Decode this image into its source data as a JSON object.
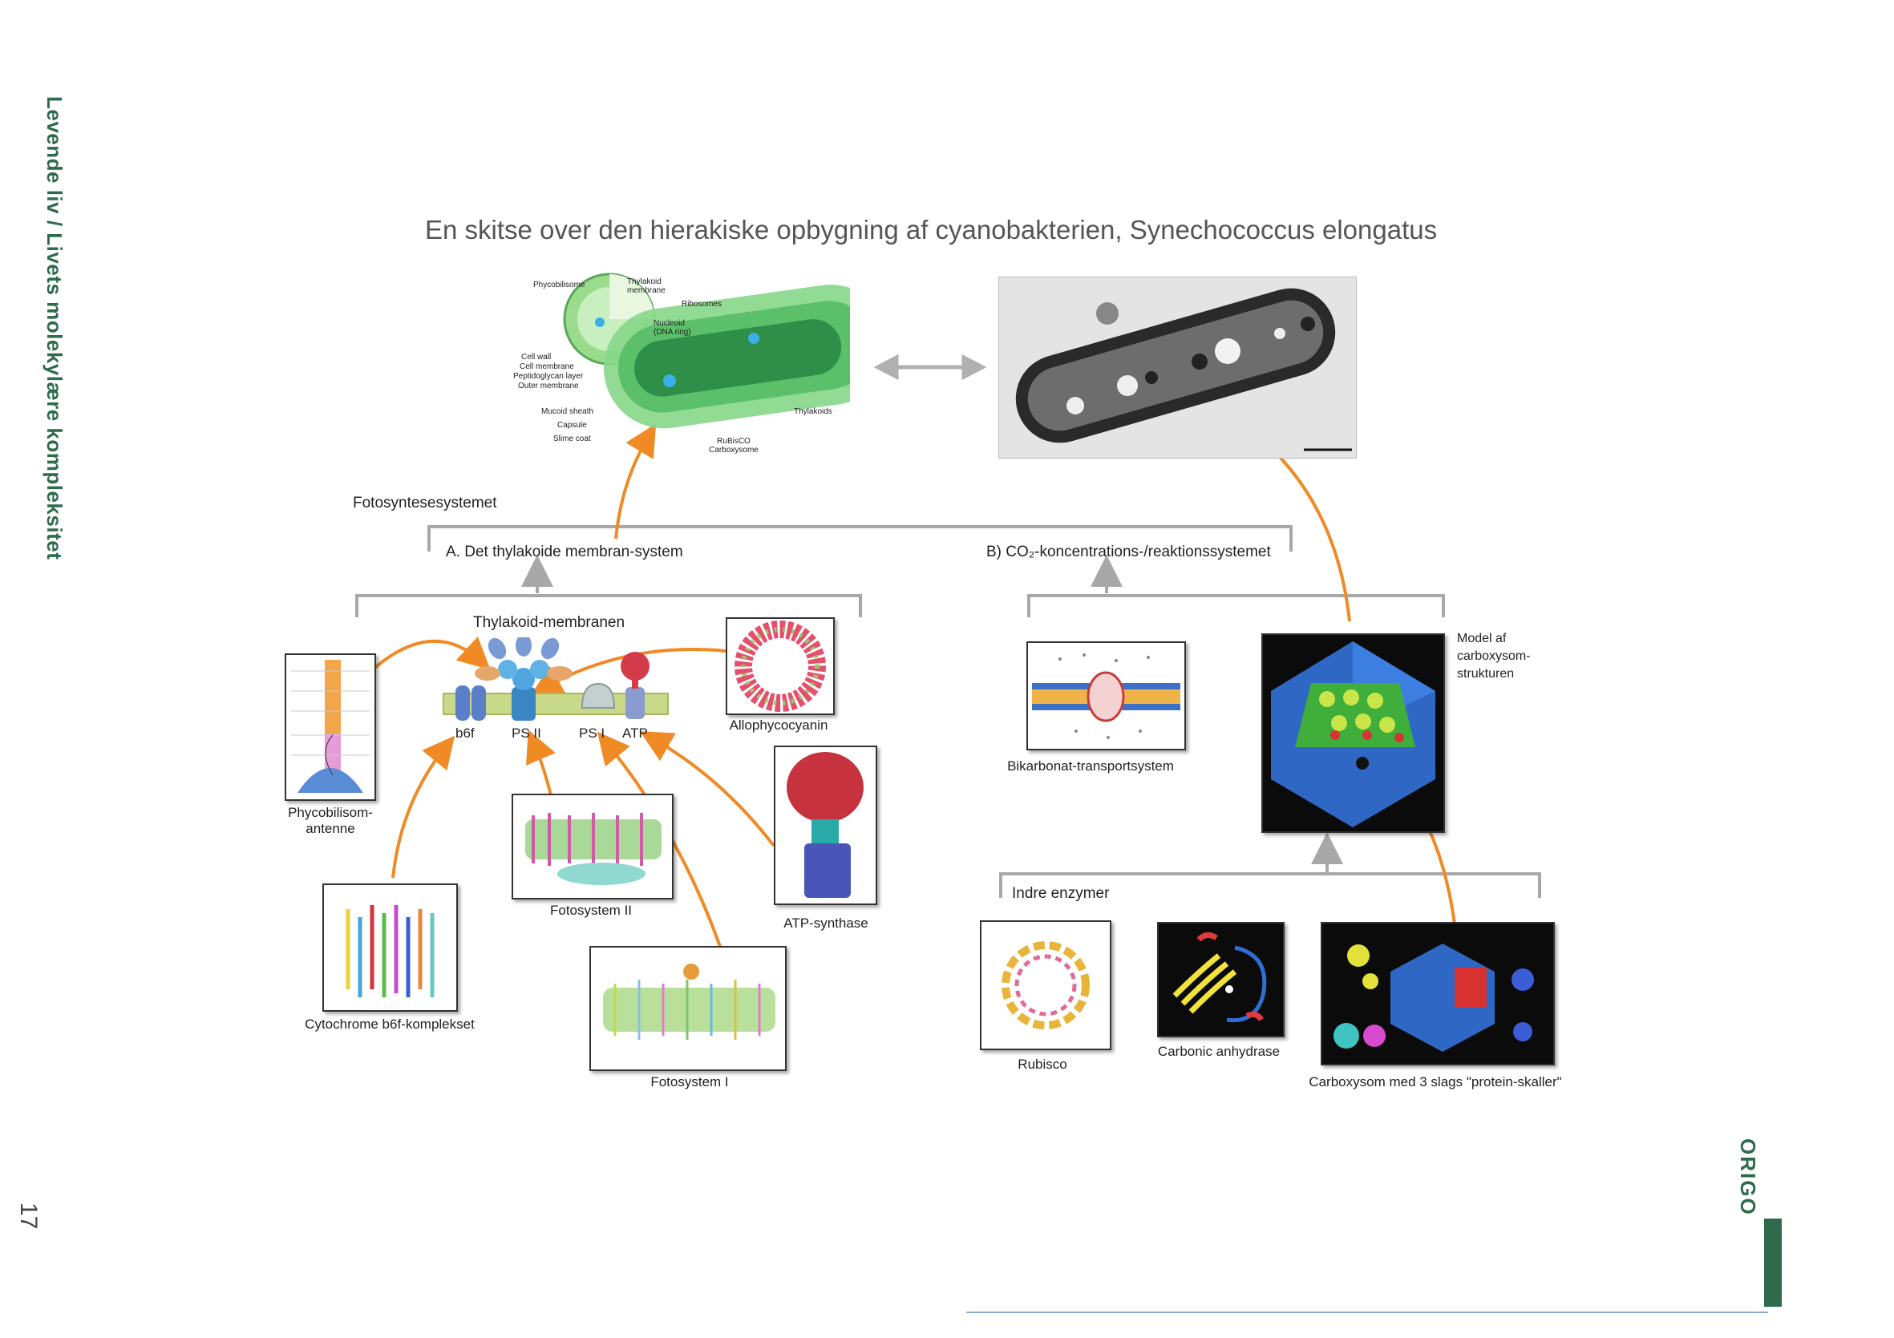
{
  "sidebar": {
    "title": "Levende liv / Livets molekylære kompleksitet",
    "page_number": "17",
    "brand": "ORIGO"
  },
  "figure": {
    "title": "En skitse over den hierakiske opbygning af cyanobakterien, Synechococcus elongatus",
    "cell_diagram_labels": {
      "phycobilisome": "Phycobilisome",
      "thylakoid_membrane": "Thylakoid membrane",
      "ribosomes": "Ribosomes",
      "nucleoid": "Nucleoid (DNA ring)",
      "cell_wall": "Cell wall",
      "cell_membrane": "Cell membrane",
      "peptidoglycan": "Peptidoglycan layer",
      "outer_membrane": "Outer membrane",
      "mucoid_sheath": "Mucoid sheath",
      "capsule": "Capsule",
      "slime_coat": "Slime coat",
      "thylakoids": "Thylakoids",
      "rubisco_carboxysome": "RuBisCO Carboxysome"
    },
    "fotosyntesesystemet": "Fotosyntesesystemet",
    "branch_a": "A. Det thylakoide membran-system",
    "branch_b": "B) CO₂-koncentrations-/reaktionssystemet",
    "thylakoid_membranen": "Thylakoid-membranen",
    "complex_labels": {
      "b6f": "b6f",
      "ps2": "PS II",
      "ps1": "PS I",
      "atp": "ATP"
    },
    "panels": {
      "phycobilisom": "Phycobilisom-\nantenne",
      "allophycocyanin": "Allophycocyanin",
      "fotosystem2": "Fotosystem II",
      "atp_synthase": "ATP-synthase",
      "cytochrome": "Cytochrome b6f-komplekset",
      "fotosystem1": "Fotosystem I",
      "bikarbonat": "Bikarbonat-transportsystem",
      "model_carboxysom": "Model af\ncarboxysom-\nstrukturen",
      "indre_enzymer": "Indre enzymer",
      "rubisco": "Rubisco",
      "carbonic_anhydrase": "Carbonic anhydrase",
      "carboxysom_3": "Carboxysom med 3 slags \"protein-skaller\""
    }
  },
  "colors": {
    "arrow": "#f08a24",
    "bracket": "#a8a8a8",
    "brand": "#2e6b4c",
    "cell_green": "#7ed37e",
    "membrane": "#c9d98a"
  }
}
